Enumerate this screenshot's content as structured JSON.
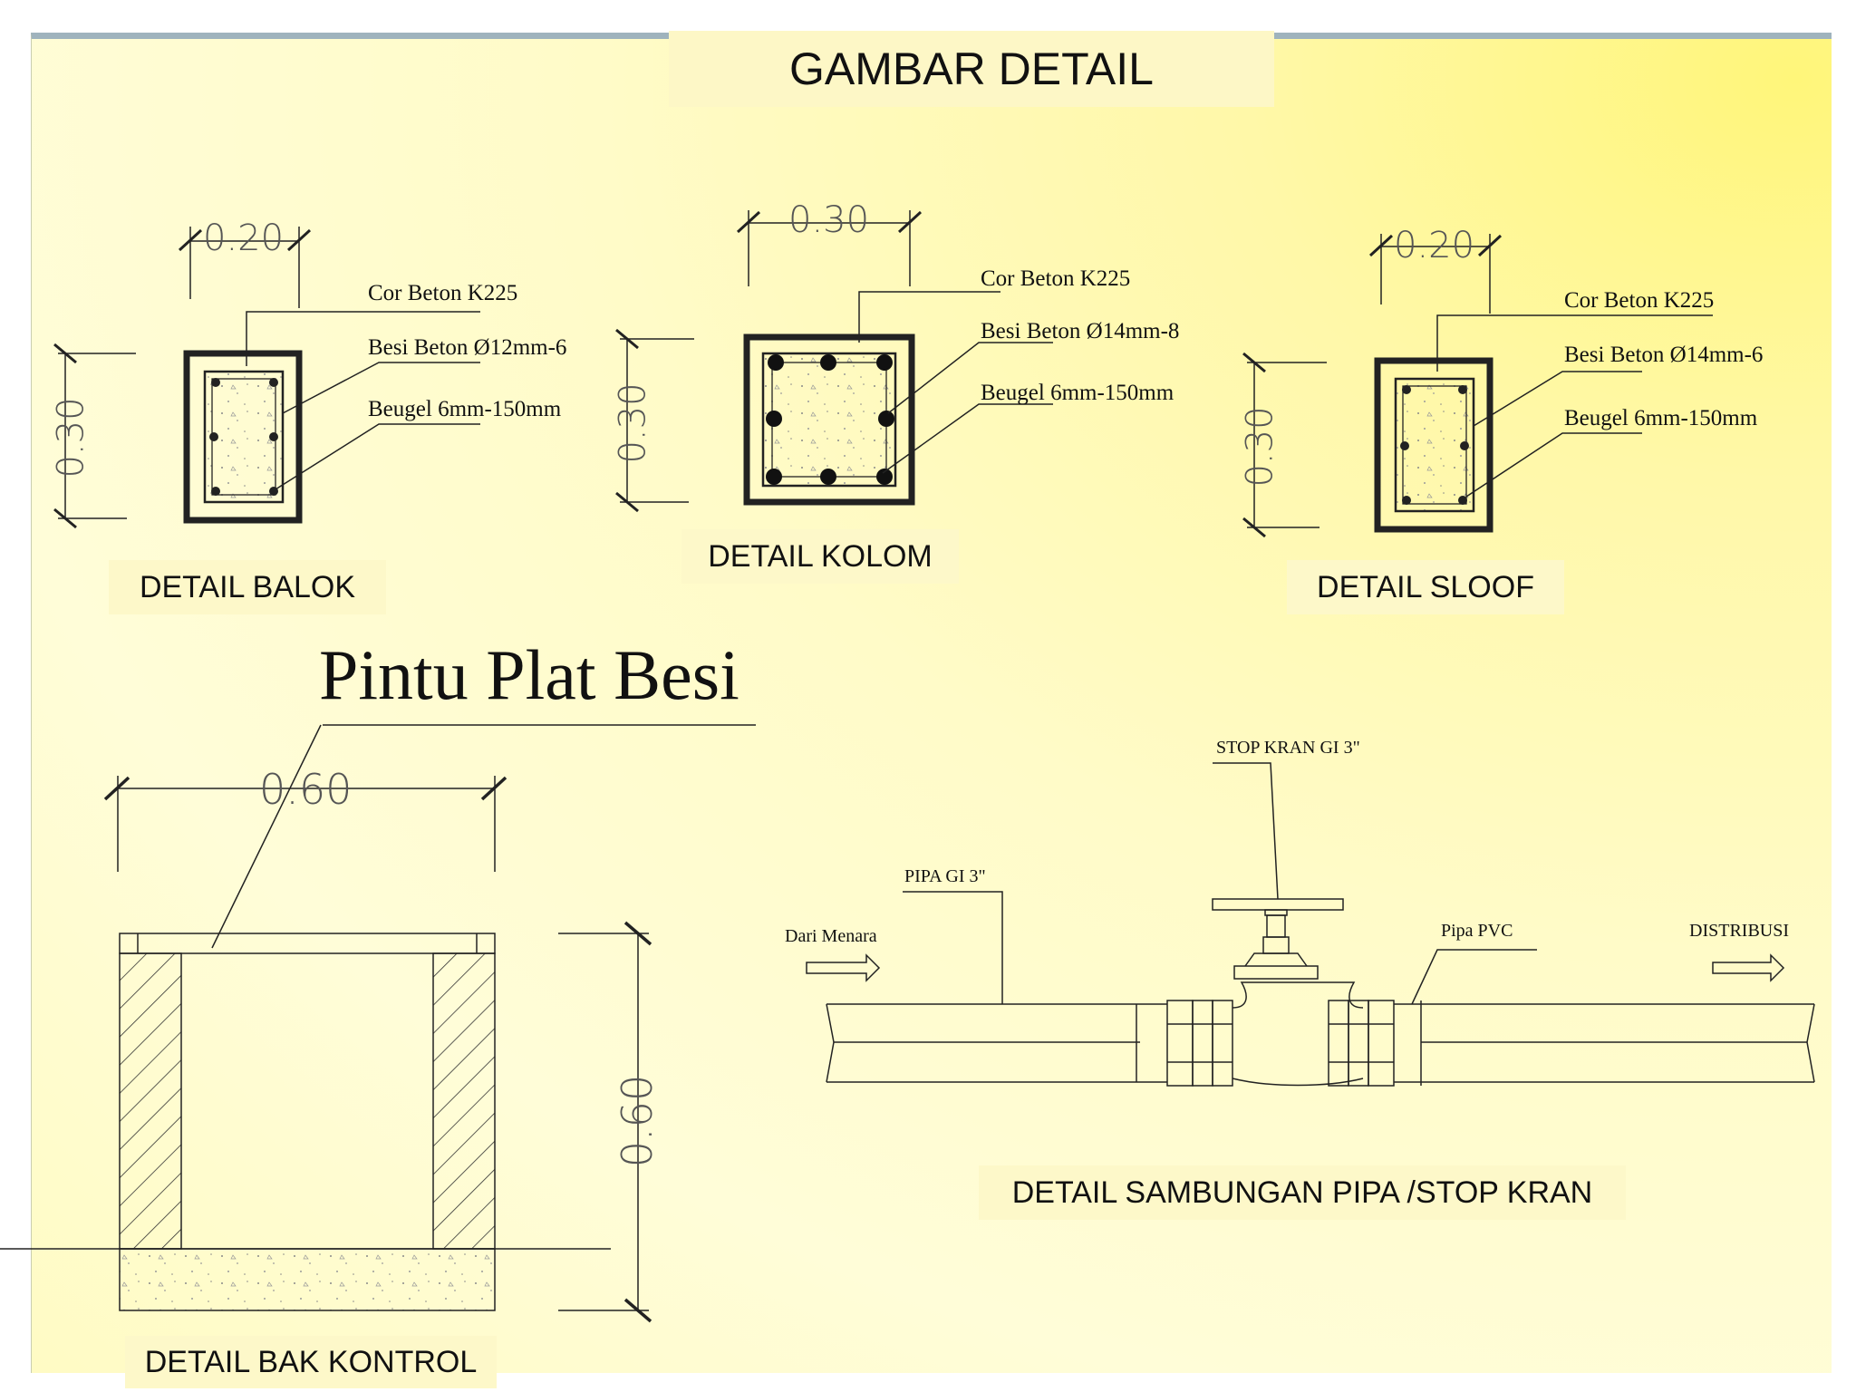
{
  "title": "GAMBAR DETAIL",
  "details": {
    "balok": {
      "label": "DETAIL BALOK",
      "width_dim": "0.20",
      "height_dim": "0.30",
      "notes": [
        "Cor Beton K225",
        "Besi Beton Ø12mm-6",
        "Beugel 6mm-150mm"
      ]
    },
    "kolom": {
      "label": "DETAIL KOLOM",
      "width_dim": "0.30",
      "height_dim": "0.30",
      "notes": [
        "Cor Beton K225",
        "Besi Beton Ø14mm-8",
        "Beugel 6mm-150mm"
      ]
    },
    "sloof": {
      "label": "DETAIL SLOOF",
      "width_dim": "0.20",
      "height_dim": "0.30",
      "notes": [
        "Cor Beton K225",
        "Besi Beton Ø14mm-6",
        "Beugel 6mm-150mm"
      ]
    },
    "bak_kontrol": {
      "label": "DETAIL BAK KONTROL",
      "heading": "Pintu Plat Besi",
      "width_dim": "0.60",
      "height_dim": "0.60"
    },
    "pipa": {
      "label": "DETAIL SAMBUNGAN PIPA /STOP KRAN",
      "notes": {
        "stop_kran": "STOP KRAN GI 3\"",
        "pipa_gi": "PIPA GI 3\"",
        "dari_menara": "Dari Menara",
        "pipa_pvc": "Pipa PVC",
        "distribusi": "DISTRIBUSI"
      }
    }
  }
}
